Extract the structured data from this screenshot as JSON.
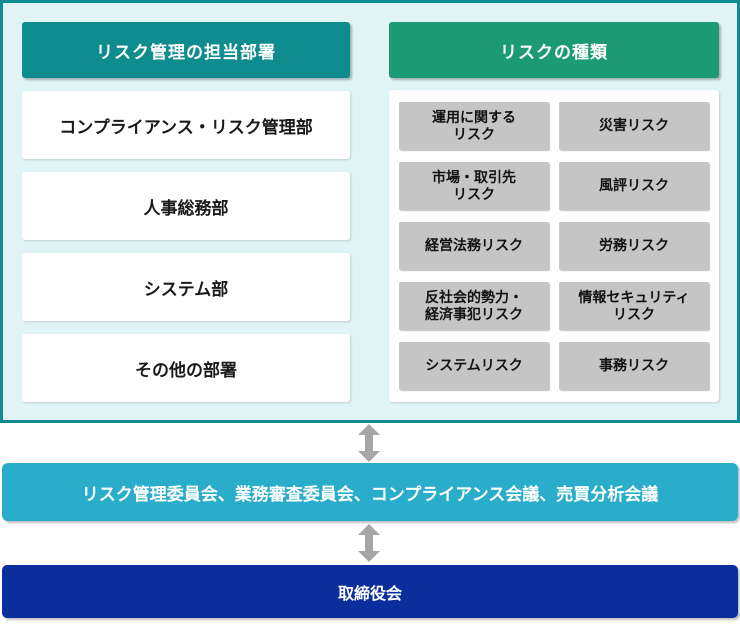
{
  "palette": {
    "panel_border": "#0e8c92",
    "panel_bg": "#e0f4f5",
    "teal_header_bg": "#0e8c8e",
    "green_header_bg": "#1b9a73",
    "department_box_bg": "#ffffff",
    "risk_box_bg": "#c5c5c5",
    "arrow_gray": "#a6a6a6",
    "committees_bar_bg": "#29adca",
    "board_bar_bg": "#0b2e9d",
    "text_dark": "#1a1a1a",
    "text_light": "#ffffff"
  },
  "risk_panel": {
    "departments": {
      "header": "リスク管理の担当部署",
      "items": [
        {
          "label": "コンプライアンス・リスク管理部"
        },
        {
          "label": "人事総務部"
        },
        {
          "label": "システム部"
        },
        {
          "label": "その他の部署"
        }
      ]
    },
    "risk_types": {
      "header": "リスクの種類",
      "items": [
        {
          "label": "運用に関する\nリスク"
        },
        {
          "label": "災害リスク"
        },
        {
          "label": "市場・取引先\nリスク"
        },
        {
          "label": "風評リスク"
        },
        {
          "label": "経営法務リスク"
        },
        {
          "label": "労務リスク"
        },
        {
          "label": "反社会的勢力・\n経済事犯リスク"
        },
        {
          "label": "情報セキュリティ\nリスク"
        },
        {
          "label": "システムリスク"
        },
        {
          "label": "事務リスク"
        }
      ]
    }
  },
  "committees_bar": {
    "label": "リスク管理委員会、業務審査委員会、コンプライアンス会議、売買分析会議"
  },
  "board_bar": {
    "label": "取締役会"
  },
  "icons": {
    "link_arrow": "double-headed-vertical-arrow"
  }
}
